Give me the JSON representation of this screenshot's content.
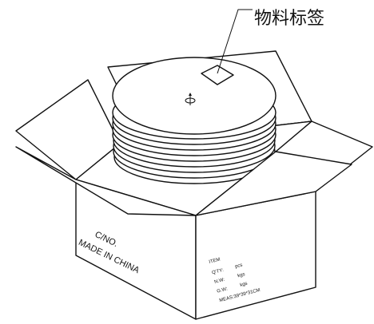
{
  "callout": {
    "label": "物料标签"
  },
  "box": {
    "left_panel": {
      "line1": "C/NO.",
      "line2": "MADE  IN  CHINA"
    },
    "right_panel": {
      "item": "ITEM",
      "qty_label": "Q'TY:",
      "qty_unit": "pcs",
      "nw_label": "N.W:",
      "nw_unit": "kgs",
      "gw_label": "G.W:",
      "gw_unit": "kgs",
      "meas": "MEAS:39*39*31CM"
    }
  }
}
